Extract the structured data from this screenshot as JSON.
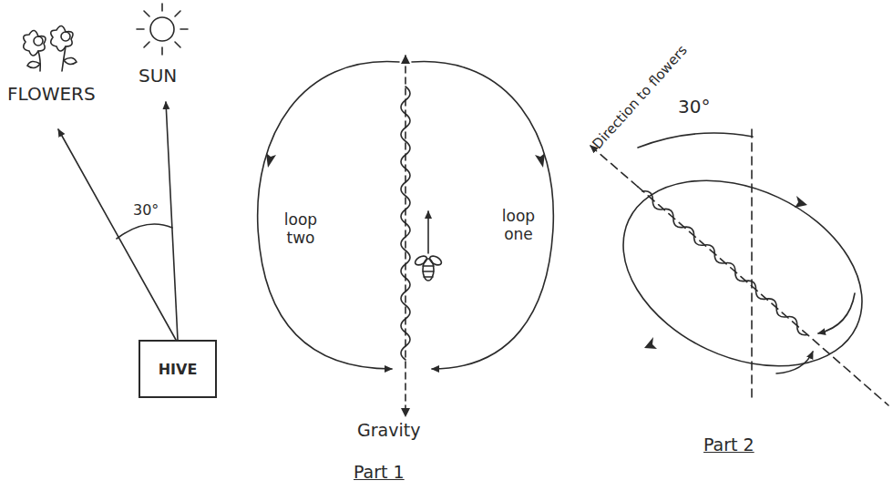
{
  "diagram": {
    "nodes": [
      {
        "text": [
          "HIVE"
        ]
      }
    ],
    "labels": [
      "FLOWERS",
      "SUN",
      "30°",
      "loop two",
      "loop one",
      "Gravity",
      "Part 1",
      "Direction to flowers",
      "30°",
      "Part 2"
    ]
  }
}
